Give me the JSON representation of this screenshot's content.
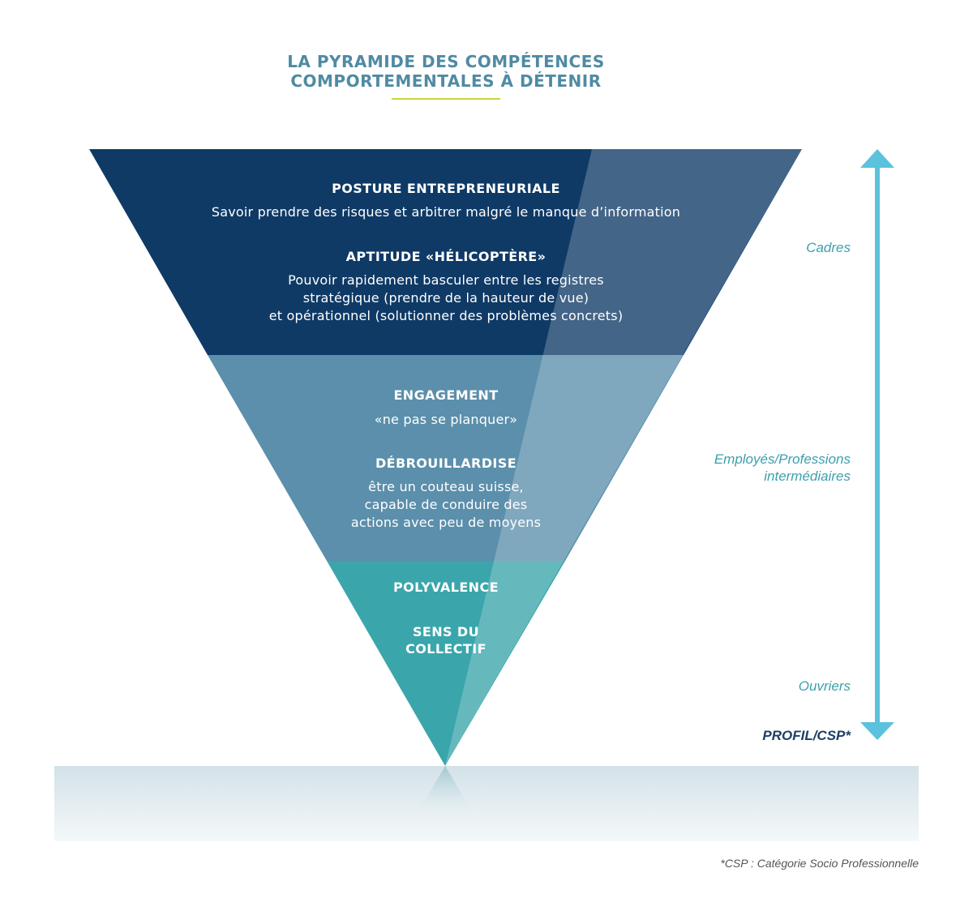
{
  "title": {
    "line1": "LA PYRAMIDE DES COMPÉTENCES",
    "line2": "COMPORTEMENTALES À DÉTENIR"
  },
  "tiers": [
    {
      "color": "#0f3a66",
      "skills": [
        {
          "heading": "POSTURE ENTREPRENEURIALE",
          "description": [
            "Savoir prendre des risques et arbitrer malgré le manque d’information"
          ]
        },
        {
          "heading": "APTITUDE «HÉLICOPTÈRE»",
          "description": [
            "Pouvoir rapidement basculer entre les registres",
            "stratégique (prendre de la hauteur de vue)",
            "et opérationnel (solutionner des problèmes concrets)"
          ]
        }
      ]
    },
    {
      "color": "#5b8fab",
      "skills": [
        {
          "heading": "ENGAGEMENT",
          "description": [
            "«ne pas se planquer»"
          ]
        },
        {
          "heading": "DÉBROUILLARDISE",
          "description": [
            "être un couteau suisse,",
            "capable de conduire des",
            "actions avec peu de moyens"
          ]
        }
      ]
    },
    {
      "color": "#3aa6ab",
      "skills": [
        {
          "heading": "POLYVALENCE",
          "description": []
        },
        {
          "heading": [
            "SENS DU",
            "COLLECTIF"
          ],
          "description": []
        }
      ]
    }
  ],
  "profiles": {
    "cadres": "Cadres",
    "employes": [
      "Employés/Professions",
      "intermédiaires"
    ],
    "ouvriers": "Ouvriers",
    "axis_title": "PROFIL/CSP*"
  },
  "arrow_color": "#5bc2dd",
  "footnote": "*CSP : Catégorie Socio Professionnelle"
}
